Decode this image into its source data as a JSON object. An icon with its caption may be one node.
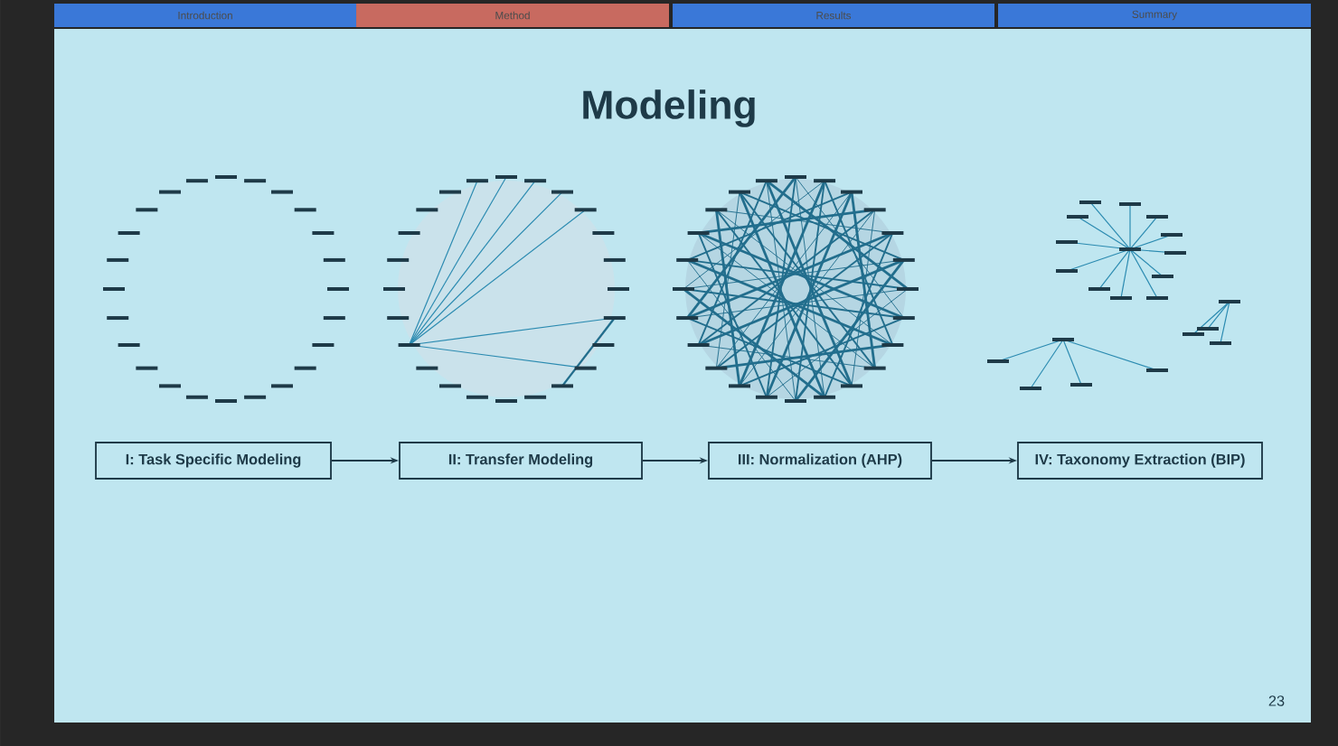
{
  "diagram": {
    "title": "Modeling",
    "nodes": [
      {
        "text": [
          "I: Task Specific Modeling"
        ]
      },
      {
        "text": [
          "II: Transfer Modeling"
        ]
      },
      {
        "text": [
          "III: Normalization (AHP)"
        ]
      },
      {
        "text": [
          "IV: Taxonomy Extraction (BIP)"
        ]
      }
    ],
    "edges": [
      {
        "from": 0,
        "to": 1,
        "arrow": "to"
      },
      {
        "from": 1,
        "to": 2,
        "arrow": "to"
      },
      {
        "from": 2,
        "to": 3,
        "arrow": "to"
      }
    ],
    "labels": [
      "Introduction",
      "Method",
      "Results",
      "Summary",
      "23"
    ]
  }
}
